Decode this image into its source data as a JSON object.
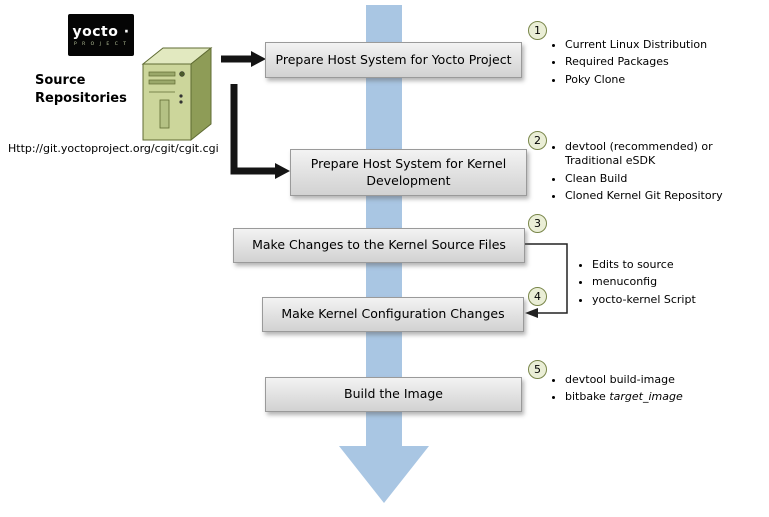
{
  "logo": {
    "text": "yocto ·",
    "subtext": "P R O J E C T"
  },
  "source": {
    "title": "Source\nRepositories",
    "url": "Http://git.yoctoproject.org/cgit/cgit.cgi"
  },
  "steps": [
    {
      "num": "1",
      "label": "Prepare Host System for Yocto Project",
      "bullets": [
        "Current Linux Distribution",
        "Required Packages",
        "Poky Clone"
      ]
    },
    {
      "num": "2",
      "label": "Prepare Host System for Kernel Development",
      "bullets": [
        "devtool (recommended) or\nTraditional eSDK",
        "Clean Build",
        "Cloned Kernel Git Repository"
      ]
    },
    {
      "num": "3",
      "label": "Make Changes to the Kernel Source Files"
    },
    {
      "num": "4",
      "label": "Make Kernel Configuration Changes"
    },
    {
      "num": "5",
      "label": "Build the Image",
      "bullets": [
        "devtool build-image"
      ],
      "bitbake_pre": "bitbake ",
      "bitbake_italic": "target_image"
    }
  ],
  "shared_bullets": [
    "Edits to source",
    "menuconfig",
    "yocto-kernel Script"
  ],
  "colors": {
    "flow_arrow": "#a9c6e3",
    "step_box_border": "#9a9a9a",
    "circle_fill": "#eaeed6",
    "circle_border": "#79864a",
    "connector": "#1a1a1a"
  }
}
